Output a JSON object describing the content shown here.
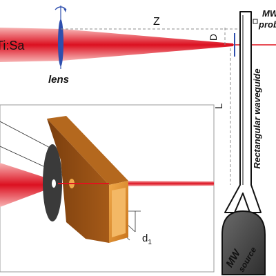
{
  "labels": {
    "source_laser": "Ti:Sa",
    "lens": "lens",
    "distance_z": "Z",
    "distance_d": "D",
    "distance_l": "L",
    "probe_line1": "MW",
    "probe_line2": "probe",
    "waveguide": "Rectangular waveguide",
    "d1_base": "d",
    "d1_sub": "1",
    "mw_source_line1": "MW",
    "mw_source_line2": "source"
  },
  "colors": {
    "beam": "#e0141e",
    "beam_light": "#f5a3a3",
    "lens": "#2f4fae",
    "dashed": "#8c8c8c",
    "waveguide_face": "#e0962b",
    "waveguide_dark": "#8a4a12",
    "waveguide_inner": "#f3b865",
    "disk": "#3d3d3d",
    "mw_source_fill": "#4b4b4b"
  }
}
